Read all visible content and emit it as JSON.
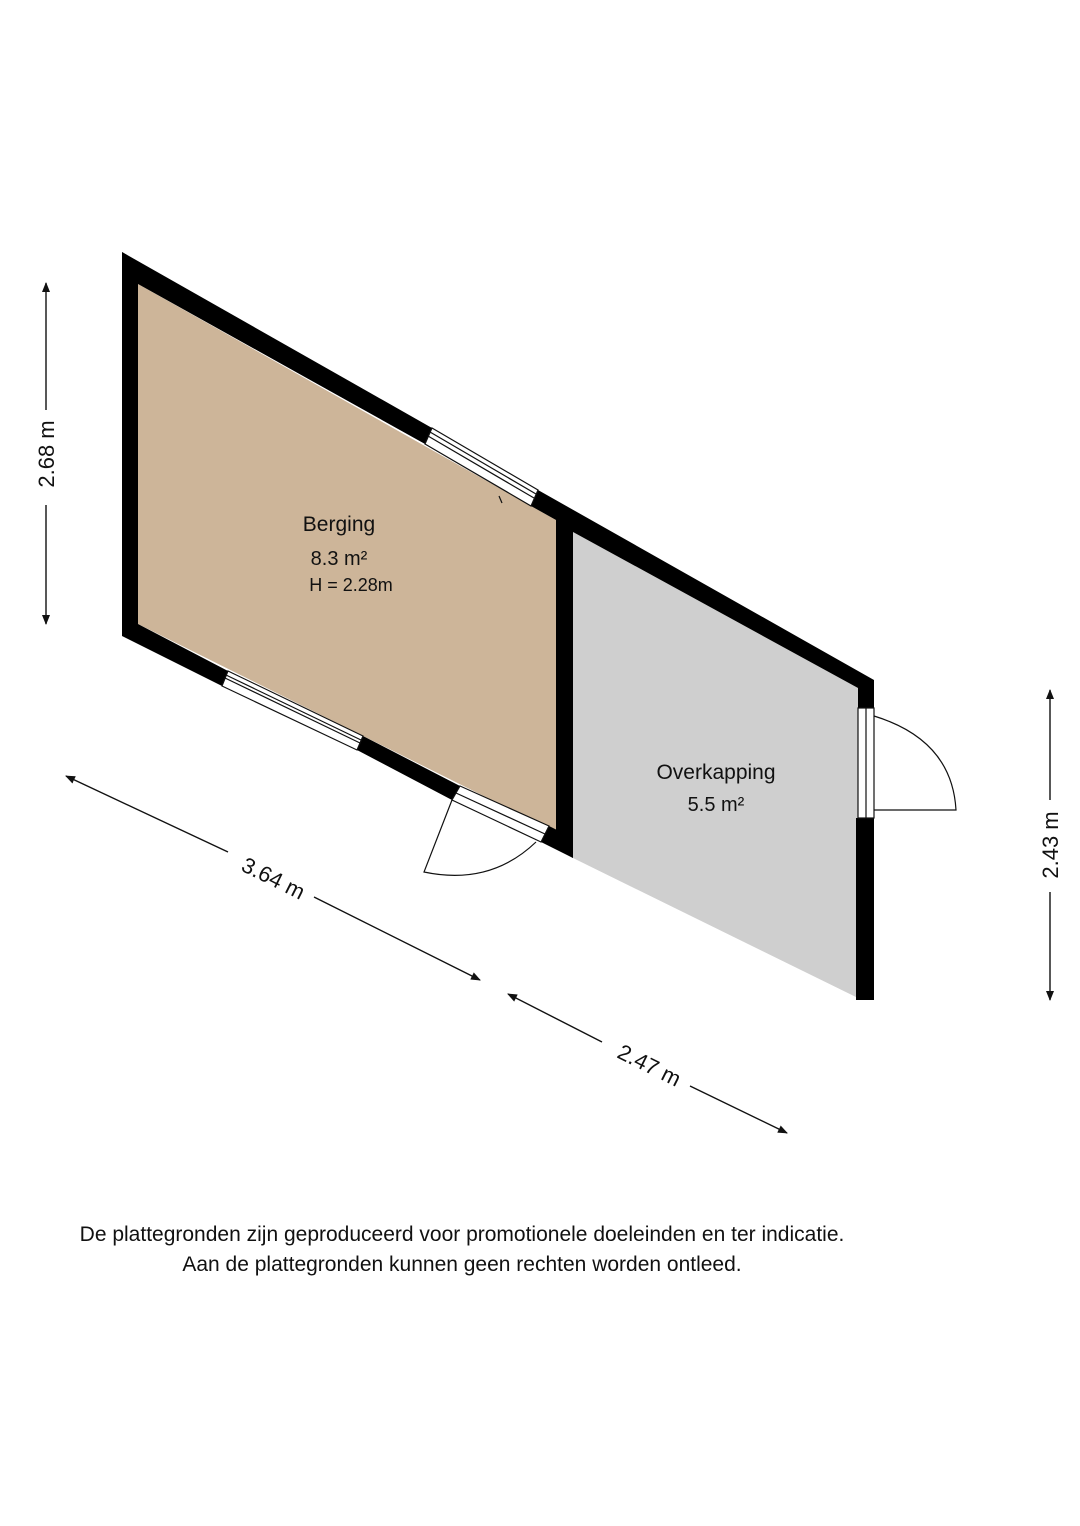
{
  "rooms": {
    "berging": {
      "name": "Berging",
      "area": "8.3 m²",
      "height": "H = 2.28m",
      "fill": "#CDB599"
    },
    "overkapping": {
      "name": "Overkapping",
      "area": "5.5 m²",
      "fill": "#CFCFCF"
    }
  },
  "dimensions": {
    "left_height": "2.68 m",
    "right_height": "2.43 m",
    "berging_length": "3.64 m",
    "overkapping_length": "2.47 m"
  },
  "colors": {
    "wall": "#000000",
    "dimension_line": "#111111"
  },
  "disclaimer": {
    "line1": "De plattegronden zijn geproduceerd voor promotionele doeleinden en ter indicatie.",
    "line2": "Aan de plattegronden kunnen geen rechten worden ontleed."
  }
}
